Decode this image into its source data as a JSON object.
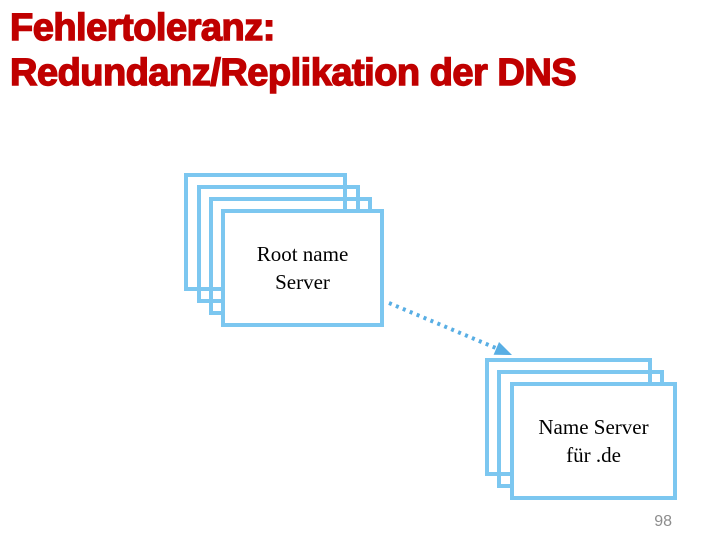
{
  "slide": {
    "title": {
      "line1": "Fehlertoleranz:",
      "line2": "Redundanz/Replikation der DNS"
    },
    "page_number": "98"
  },
  "diagram": {
    "nodes": [
      {
        "id": "root-name-server",
        "label": "Root name\nServer",
        "stacked_copies": 4
      },
      {
        "id": "name-server-de",
        "label": "Name Server\nfür .de",
        "stacked_copies": 3
      }
    ],
    "connector": {
      "icon": "dashed-arrow-icon",
      "style": "dashed",
      "from": "root-name-server",
      "to": "name-server-de"
    }
  },
  "colors": {
    "title_color": "#c00000",
    "box_border": "#7cc7f0",
    "arrow": "#58aee4",
    "label_text": "#000000",
    "page_number": "#8c8c8c",
    "background": "#ffffff"
  }
}
